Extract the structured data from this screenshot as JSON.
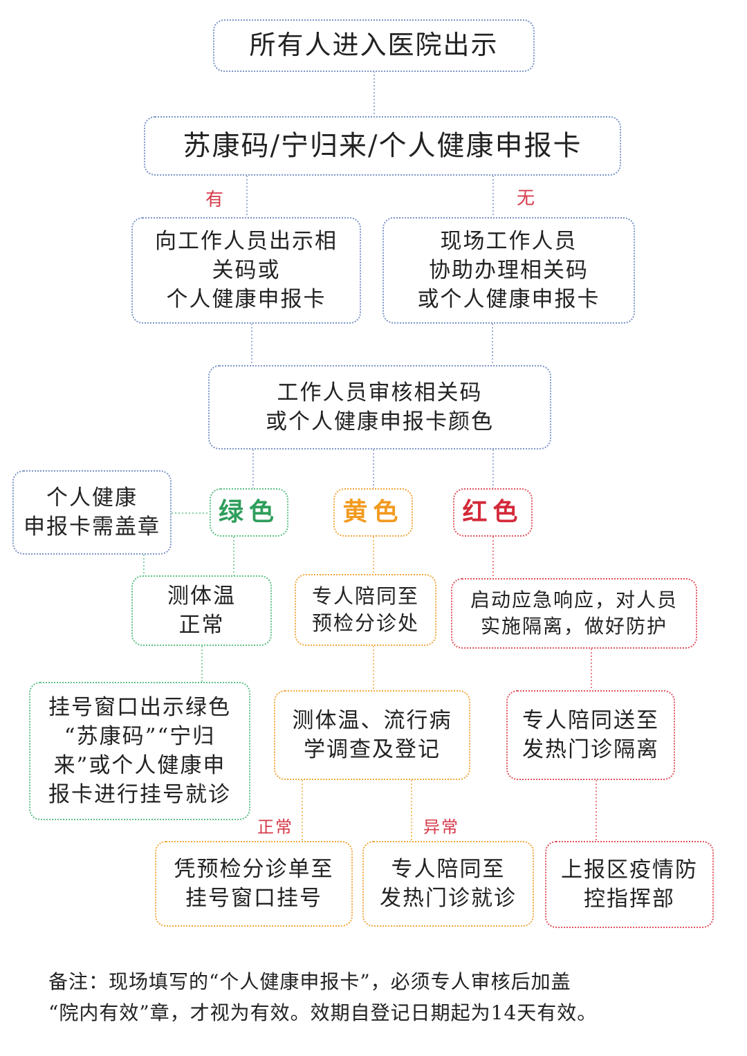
{
  "flow": {
    "top": "所有人进入医院出示",
    "codes": "苏康码/宁归来/个人健康申报卡",
    "label_yes": "有",
    "label_no": "无",
    "yes_box": "向工作人员出示相\n关码或\n个人健康申报卡",
    "no_box": "现场工作人员\n协助办理相关码\n或个人健康申报卡",
    "review": "工作人员审核相关码\n或个人健康申报卡颜色",
    "stamp": "个人健康\n申报卡需盖章",
    "green": {
      "label": "绿色",
      "temp": "测体温\n正常",
      "register": "挂号窗口出示绿色\n“苏康码”“宁归\n来”或个人健康申\n报卡进行挂号就诊"
    },
    "yellow": {
      "label": "黄色",
      "escort": "专人陪同至\n预检分诊处",
      "survey": "测体温、流行病\n学调查及登记",
      "label_normal": "正常",
      "label_abnormal": "异常",
      "normal_box": "凭预检分诊单至\n挂号窗口挂号",
      "abnormal_box": "专人陪同至\n发热门诊就诊"
    },
    "red": {
      "label": "红色",
      "emergency": "启动应急响应，对人员\n实施隔离，做好防护",
      "escort": "专人陪同送至\n发热门诊隔离",
      "report": "上报区疫情防\n控指挥部"
    }
  },
  "note": "备注：现场填写的“个人健康申报卡”，必须专人审核后加盖\n“院内有效”章，才视为有效。效期自登记日期起为14天有效。",
  "colors": {
    "blue": "#7a93c8",
    "green": "#2e9e5b",
    "yellow": "#f29a1f",
    "red": "#d42a3a",
    "label_red": "#d63a4a"
  }
}
